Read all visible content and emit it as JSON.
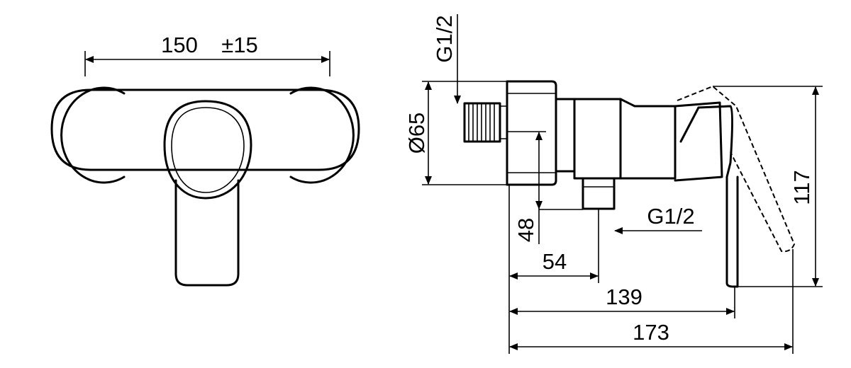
{
  "dimensions": {
    "front_width": "150",
    "front_tolerance": "±15",
    "inlet_thread": "G1/2",
    "outlet_thread": "G1/2",
    "diameter": "Ø65",
    "outlet_height": "48",
    "outlet_offset": "54",
    "handle_depth": "139",
    "total_depth": "173",
    "total_height": "117"
  }
}
